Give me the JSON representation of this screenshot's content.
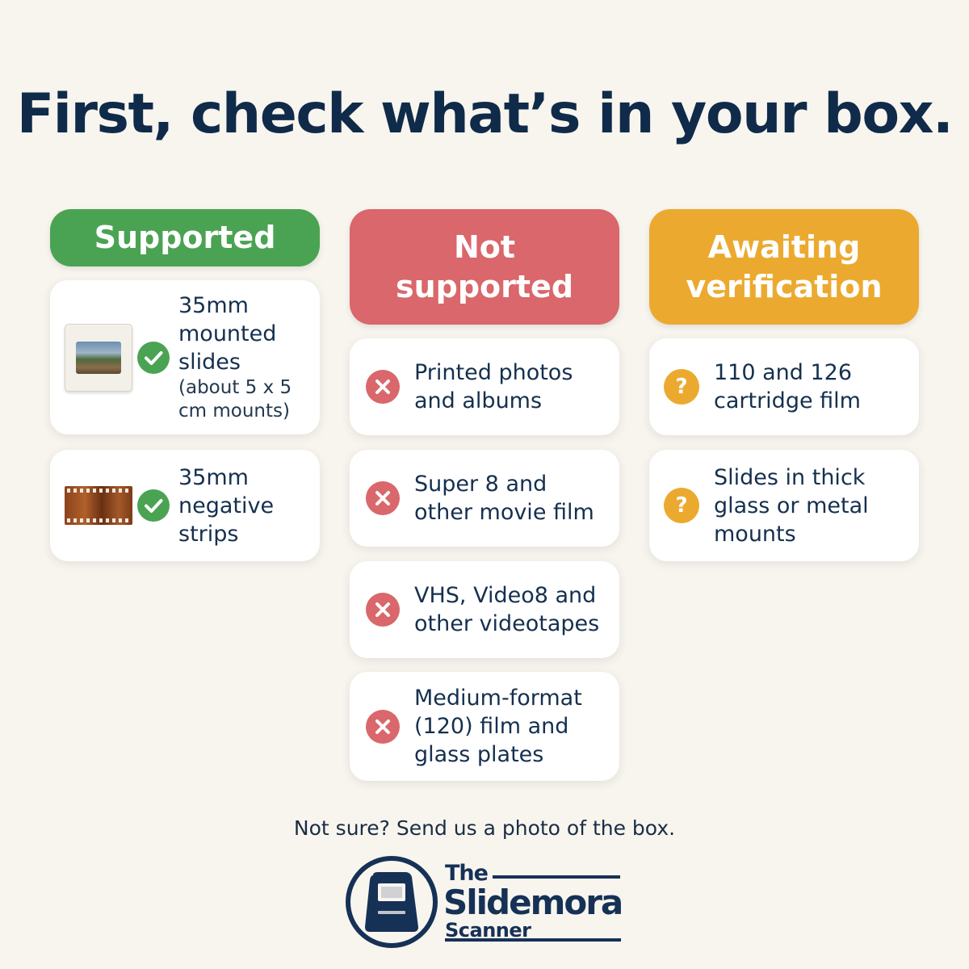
{
  "title": "First, check what’s in your box.",
  "columns": {
    "supported": {
      "header": "Supported",
      "items": [
        {
          "text": "35mm mounted slides",
          "sub": "(about 5 x 5 cm mounts)"
        },
        {
          "text": "35mm negative strips"
        }
      ]
    },
    "not_supported": {
      "header": "Not supported",
      "items": [
        {
          "text": "Printed photos and albums"
        },
        {
          "text": "Super 8 and other movie film"
        },
        {
          "text": "VHS, Video8 and other videotapes"
        },
        {
          "text": "Medium-format (120) film and glass plates"
        }
      ]
    },
    "awaiting": {
      "header": "Awaiting verification",
      "items": [
        {
          "text": "110 and 126 cartridge film"
        },
        {
          "text": "Slides in thick glass or metal mounts"
        }
      ]
    }
  },
  "footer": {
    "note": "Not sure? Send us a photo of the box."
  },
  "logo": {
    "line1": "The",
    "line2": "Slidemora",
    "line3": "Scanner"
  },
  "colors": {
    "background": "#f8f5ef",
    "supported": "#4aa352",
    "not_supported": "#d9676b",
    "awaiting": "#ebaa2f",
    "navy": "#102b49"
  },
  "icons": {
    "supported": "check-circle-icon",
    "not_supported": "x-circle-icon",
    "awaiting": "question-circle-icon"
  }
}
